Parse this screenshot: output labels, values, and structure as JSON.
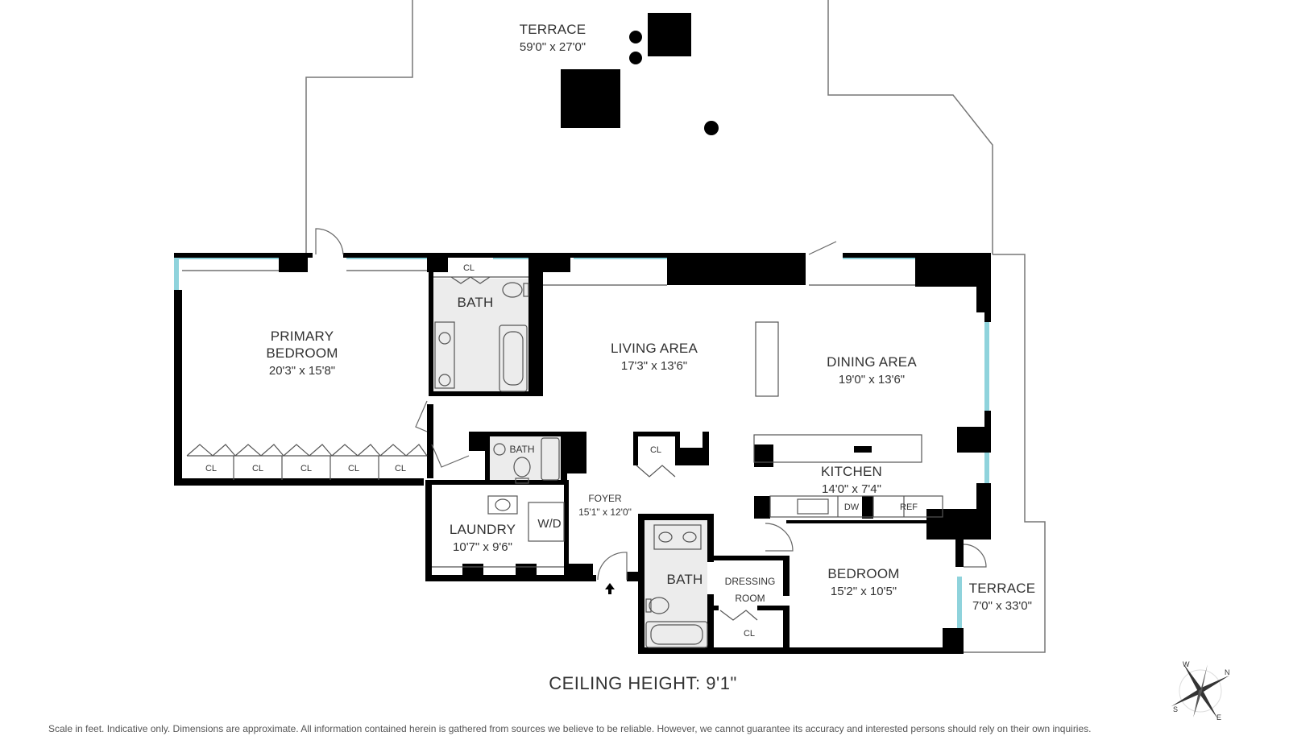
{
  "rooms": {
    "terrace_top": {
      "name": "TERRACE",
      "dims": "59'0\" x 27'0\""
    },
    "primary_bedroom": {
      "name_line1": "PRIMARY",
      "name_line2": "BEDROOM",
      "dims": "20'3\" x 15'8\""
    },
    "bath_primary": {
      "name": "BATH"
    },
    "living_area": {
      "name": "LIVING AREA",
      "dims": "17'3\" x 13'6\""
    },
    "dining_area": {
      "name": "DINING AREA",
      "dims": "19'0\" x 13'6\""
    },
    "kitchen": {
      "name": "KITCHEN",
      "dims": "14'0\" x 7'4\""
    },
    "bath_small": {
      "name": "BATH"
    },
    "foyer": {
      "name": "FOYER",
      "dims": "15'1\" x 12'0\""
    },
    "laundry": {
      "name": "LAUNDRY",
      "dims": "10'7\" x 9'6\""
    },
    "bath_bedroom": {
      "name": "BATH"
    },
    "dressing_room": {
      "name_line1": "DRESSING",
      "name_line2": "ROOM"
    },
    "bedroom": {
      "name": "BEDROOM",
      "dims": "15'2\" x 10'5\""
    },
    "terrace_right": {
      "name": "TERRACE",
      "dims": "7'0\" x 33'0\""
    }
  },
  "closets": {
    "label": "CL",
    "primary_bath_closet": "CL",
    "primary_bedroom_closets": [
      "CL",
      "CL",
      "CL",
      "CL",
      "CL"
    ],
    "foyer_closet": "CL",
    "dressing_closet": "CL"
  },
  "appliances": {
    "washer_dryer": "W/D",
    "dishwasher": "DW",
    "refrigerator": "REF"
  },
  "compass": {
    "w": "W",
    "n": "N",
    "s": "S",
    "e": "E"
  },
  "ceiling_height": "CEILING HEIGHT: 9'1\"",
  "disclaimer": "Scale in feet. Indicative only. Dimensions are approximate. All information contained herein is gathered from sources we believe to be reliable. However, we cannot guarantee its accuracy and interested persons should rely on their own inquiries."
}
